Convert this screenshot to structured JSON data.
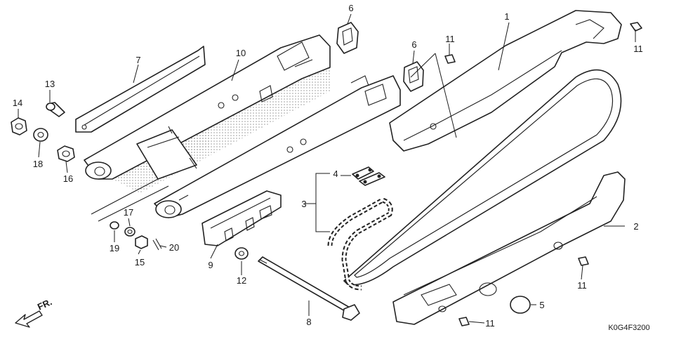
{
  "parts": [
    {
      "num": "1",
      "name": "chain-case-upper"
    },
    {
      "num": "2",
      "name": "chain-case-lower"
    },
    {
      "num": "3",
      "name": "drive-chain"
    },
    {
      "num": "4",
      "name": "chain-joint"
    },
    {
      "num": "5",
      "name": "cap"
    },
    {
      "num": "6",
      "name": "adjuster-cap-left"
    },
    {
      "num": "6",
      "name": "adjuster-cap-right"
    },
    {
      "num": "7",
      "name": "swingarm-cover"
    },
    {
      "num": "8",
      "name": "pivot-bolt"
    },
    {
      "num": "9",
      "name": "chain-slider"
    },
    {
      "num": "10",
      "name": "swingarm"
    },
    {
      "num": "11",
      "name": "bolt-top-right"
    },
    {
      "num": "11",
      "name": "bolt-upper-case"
    },
    {
      "num": "11",
      "name": "bolt-lower-case-right"
    },
    {
      "num": "11",
      "name": "bolt-lower-case-bottom"
    },
    {
      "num": "12",
      "name": "washer"
    },
    {
      "num": "13",
      "name": "bolt"
    },
    {
      "num": "14",
      "name": "nut"
    },
    {
      "num": "15",
      "name": "nut-small"
    },
    {
      "num": "16",
      "name": "collar"
    },
    {
      "num": "17",
      "name": "washer-small"
    },
    {
      "num": "18",
      "name": "washer-large"
    },
    {
      "num": "19",
      "name": "spacer"
    },
    {
      "num": "20",
      "name": "cotter-pin"
    }
  ],
  "direction_label": "FR.",
  "diagram_code": "K0G4F3200"
}
